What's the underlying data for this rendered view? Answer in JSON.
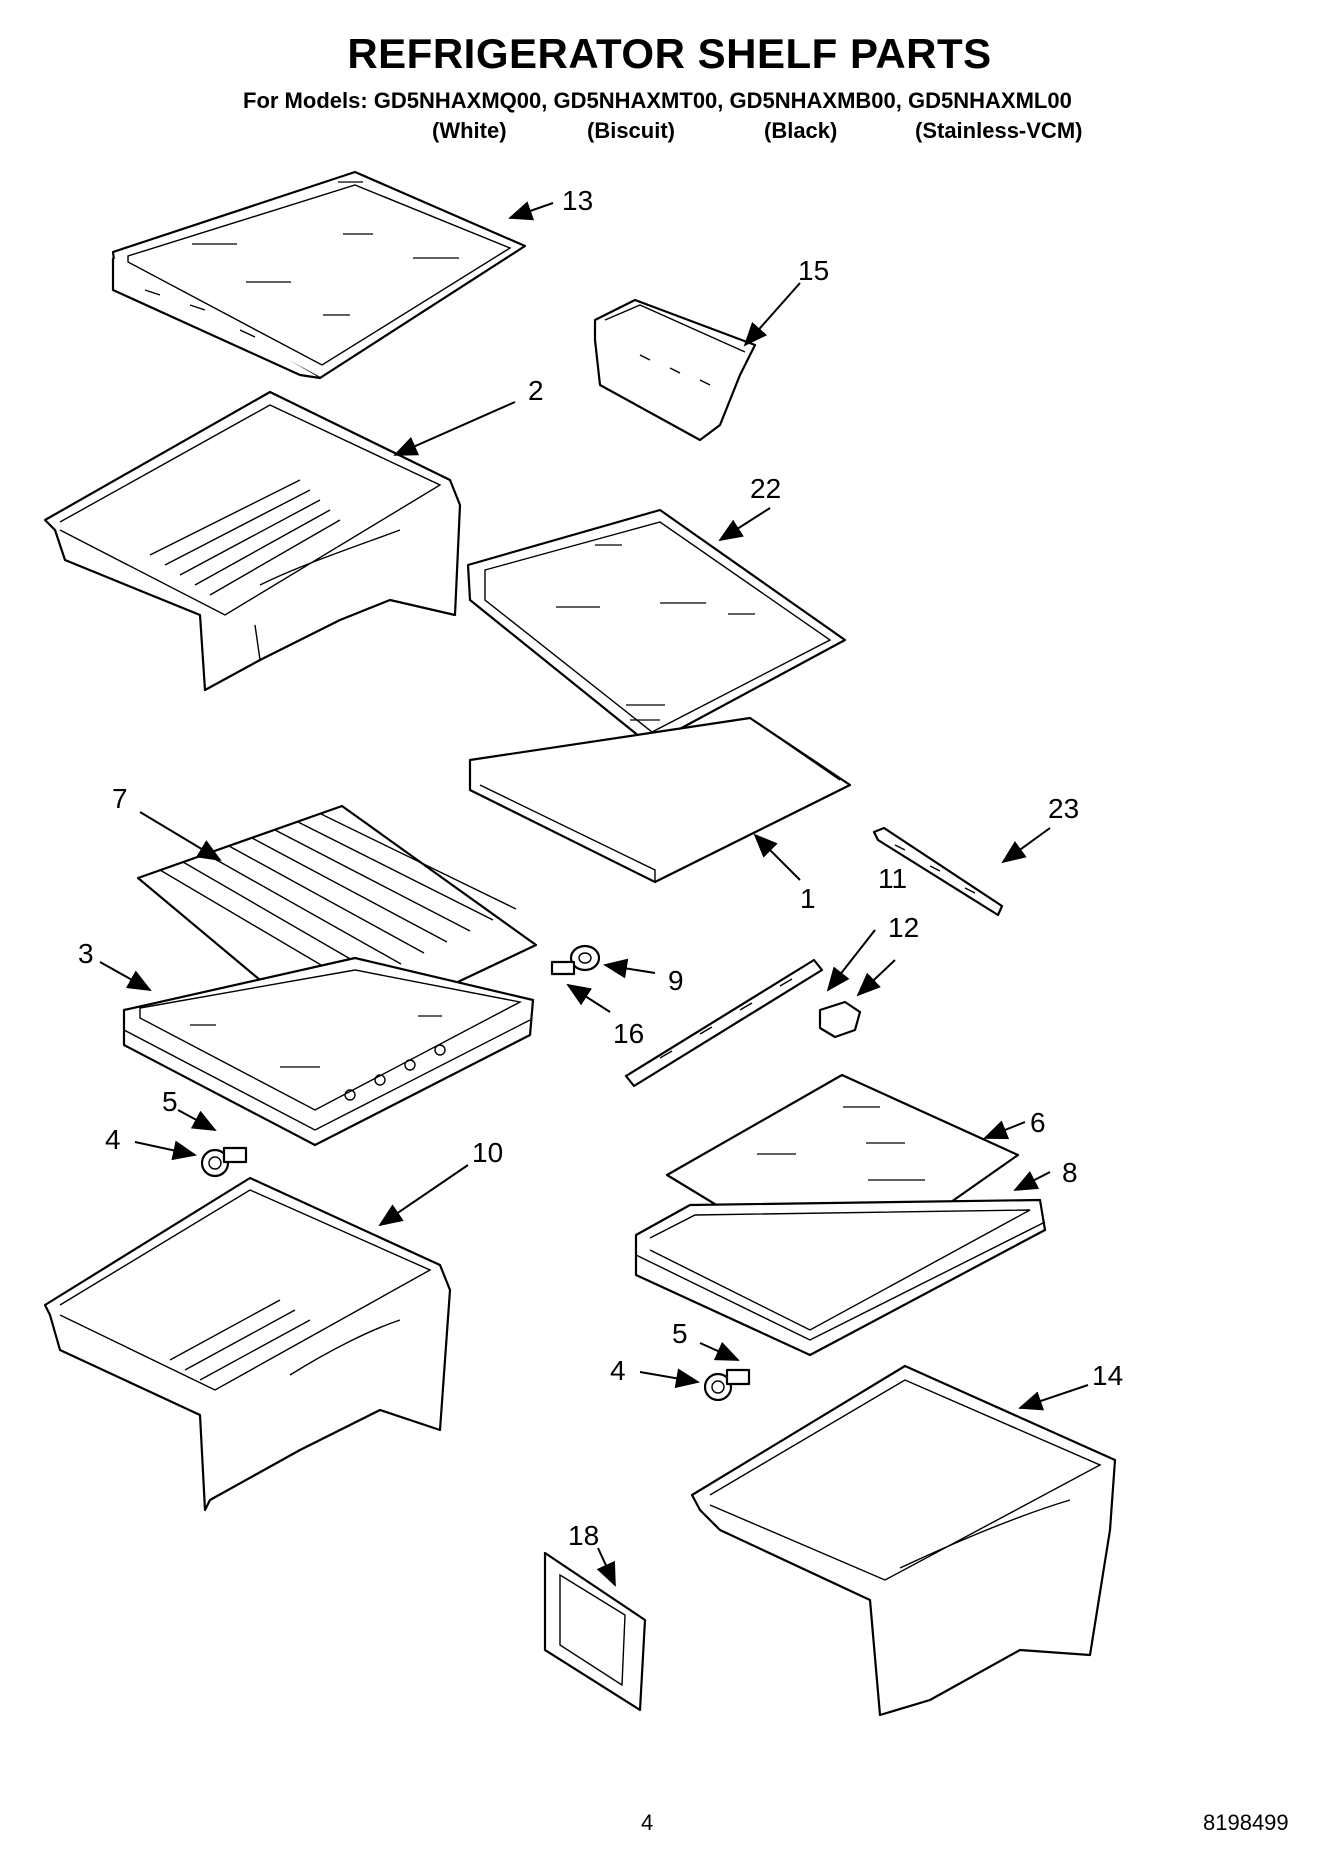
{
  "header": {
    "title": "REFRIGERATOR SHELF PARTS",
    "models_line": "For Models: GD5NHAXMQ00, GD5NHAXMT00, GD5NHAXMB00, GD5NHAXML00",
    "colors": [
      "(White)",
      "(Biscuit)",
      "(Black)",
      "(Stainless-VCM)"
    ]
  },
  "callouts": {
    "c13": "13",
    "c15": "15",
    "c2": "2",
    "c22": "22",
    "c7": "7",
    "c23": "23",
    "c1": "1",
    "c11": "11",
    "c12": "12",
    "c3": "3",
    "c9": "9",
    "c16": "16",
    "c5a": "5",
    "c4a": "4",
    "c10": "10",
    "c6": "6",
    "c8": "8",
    "c5b": "5",
    "c4b": "4",
    "c14": "14",
    "c18": "18"
  },
  "footer": {
    "page_number": "4",
    "doc_number": "8198499"
  }
}
